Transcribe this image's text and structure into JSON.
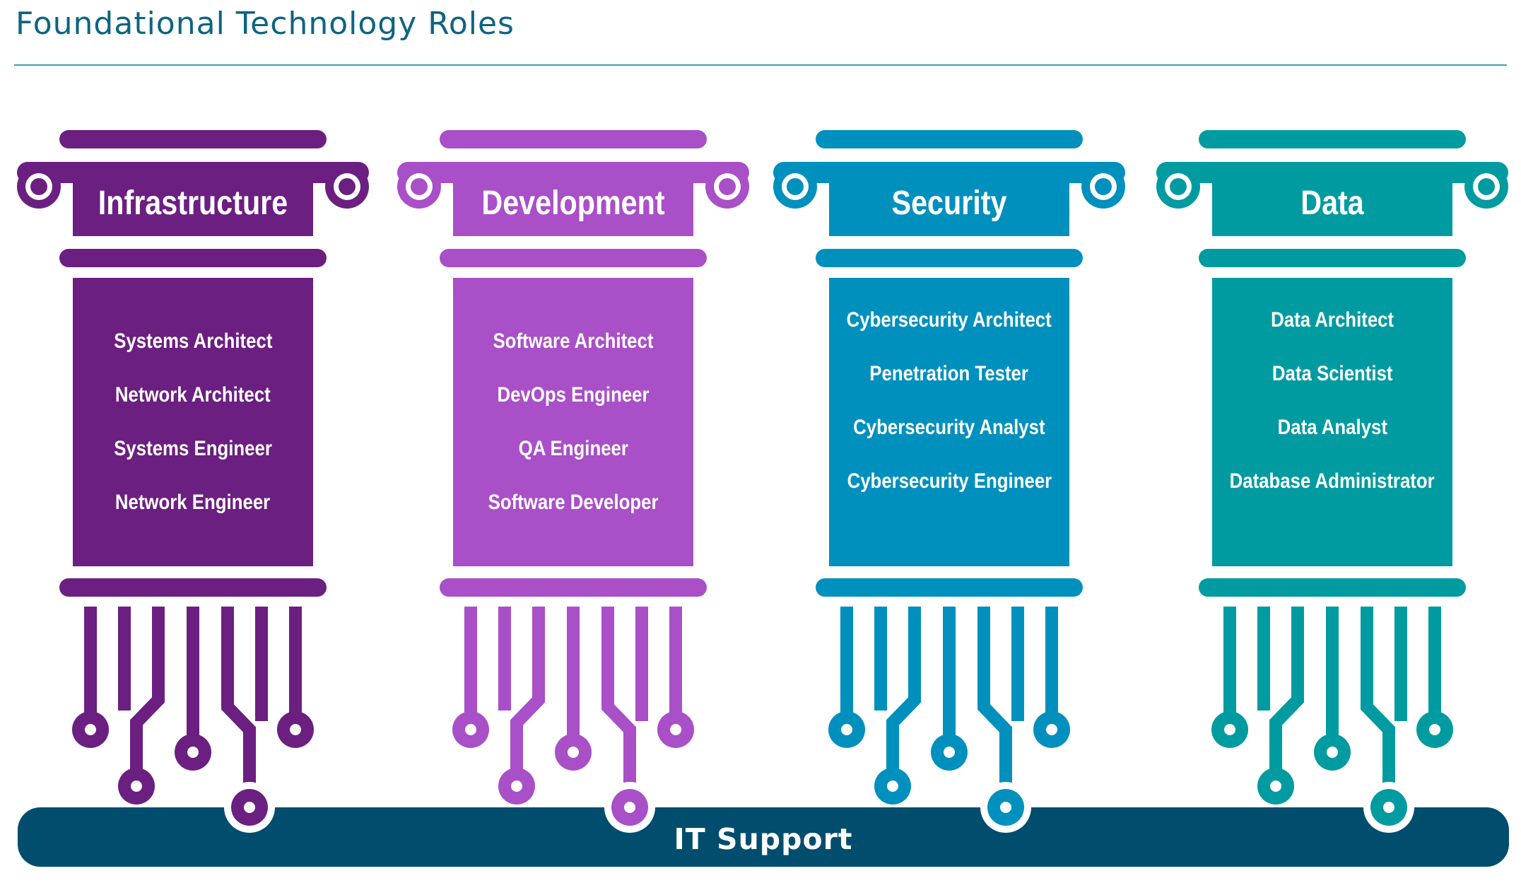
{
  "title": "Foundational Technology Roles",
  "base_label": "IT Support",
  "colors": {
    "title": "#0d6482",
    "base": "#004d6e",
    "infrastructure": "#6b1f80",
    "development": "#a94fc7",
    "security": "#0090bd",
    "data": "#009ba0"
  },
  "pillars": [
    {
      "name": "Infrastructure",
      "color": "#6b1f80",
      "roles": [
        "Systems Architect",
        "Network Architect",
        "Systems Engineer",
        "Network Engineer"
      ]
    },
    {
      "name": "Development",
      "color": "#a94fc7",
      "roles": [
        "Software Architect",
        "DevOps Engineer",
        "QA Engineer",
        "Software Developer"
      ]
    },
    {
      "name": "Security",
      "color": "#0090bd",
      "roles": [
        "Cybersecurity Architect",
        "Penetration Tester",
        "Cybersecurity Analyst",
        "Cybersecurity Engineer"
      ]
    },
    {
      "name": "Data",
      "color": "#009ba0",
      "roles": [
        "Data Architect",
        "Data Scientist",
        "Data Analyst",
        "Database Administrator"
      ]
    }
  ]
}
